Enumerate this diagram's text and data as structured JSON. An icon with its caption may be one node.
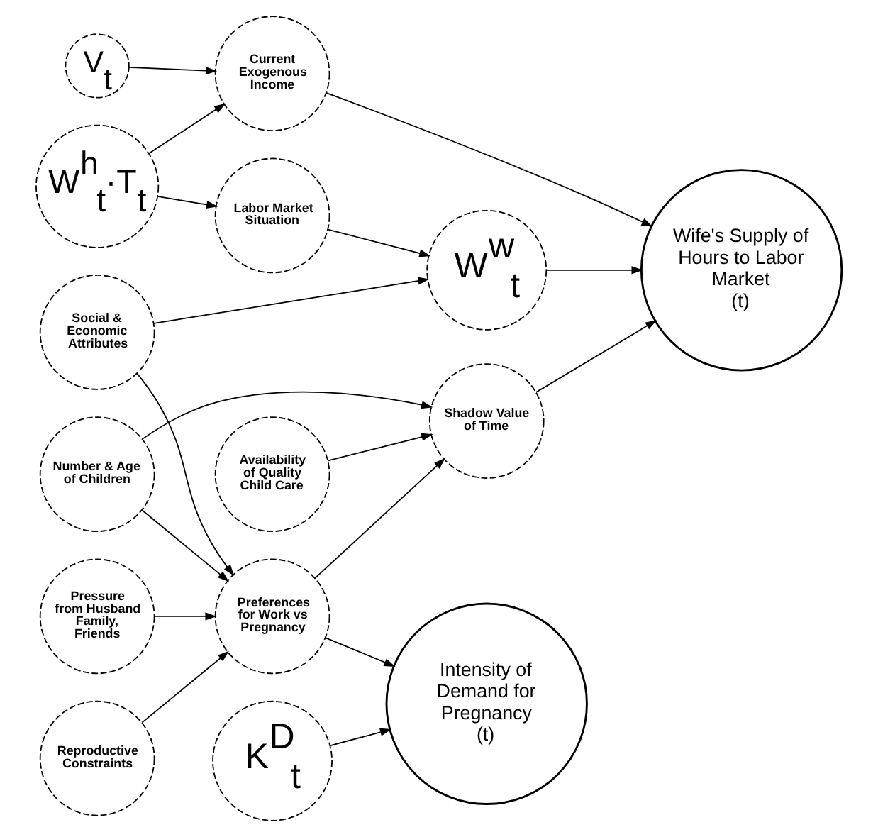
{
  "diagram": {
    "nodes": [
      {
        "text": [
          "Labor Market Situation"
        ]
      },
      {
        "text": [
          "W$^{h}$$_{t}$·T$_{t}$"
        ]
      },
      {
        "text": [
          "Current Exogenous Income"
        ]
      },
      {
        "text": [
          "V$_{t}$"
        ]
      },
      {
        "text": [
          "Wife's Supply of Hours to Labor Market",
          "(t)"
        ]
      },
      {
        "text": [
          "Social & Economic Attributes"
        ]
      },
      {
        "text": [
          "W$^{w}$$_{t}$"
        ]
      },
      {
        "text": [
          "Number & Age of Children"
        ]
      },
      {
        "text": [
          "Pressure from Husband Family, Friends"
        ]
      },
      {
        "text": [
          "Preferences for Work vs Pregnancy"
        ]
      },
      {
        "text": [
          "Shadow Value of Time"
        ]
      },
      {
        "text": [
          "Availability of Quality Child Care"
        ]
      },
      {
        "text": [
          "Reproductive Constraints"
        ]
      },
      {
        "text": [
          "K$^{D}$$_{t}$"
        ]
      },
      {
        "text": [
          "Intensity of Demand for Pregnancy",
          "(t)"
        ]
      }
    ],
    "edges": [
      {
        "from": 1,
        "to": 0,
        "arrow": "to"
      },
      {
        "from": 1,
        "to": 2,
        "arrow": "to"
      },
      {
        "from": 3,
        "to": 2,
        "arrow": "to"
      },
      {
        "from": 2,
        "to": 4,
        "arrow": "to"
      },
      {
        "from": 0,
        "to": 6,
        "arrow": "to"
      },
      {
        "from": 5,
        "to": 6,
        "arrow": "to"
      },
      {
        "from": 6,
        "to": 4,
        "arrow": "to"
      },
      {
        "from": 5,
        "to": 9,
        "arrow": "to"
      },
      {
        "from": 7,
        "to": 9,
        "arrow": "to"
      },
      {
        "from": 7,
        "to": 10,
        "arrow": "to"
      },
      {
        "from": 8,
        "to": 9,
        "arrow": "to"
      },
      {
        "from": 12,
        "to": 9,
        "arrow": "to"
      },
      {
        "from": 9,
        "to": 10,
        "arrow": "to"
      },
      {
        "from": 11,
        "to": 10,
        "arrow": "to"
      },
      {
        "from": 10,
        "to": 4,
        "arrow": "to"
      },
      {
        "from": 9,
        "to": 14,
        "arrow": "to"
      },
      {
        "from": 13,
        "to": 14,
        "arrow": "to"
      }
    ]
  }
}
